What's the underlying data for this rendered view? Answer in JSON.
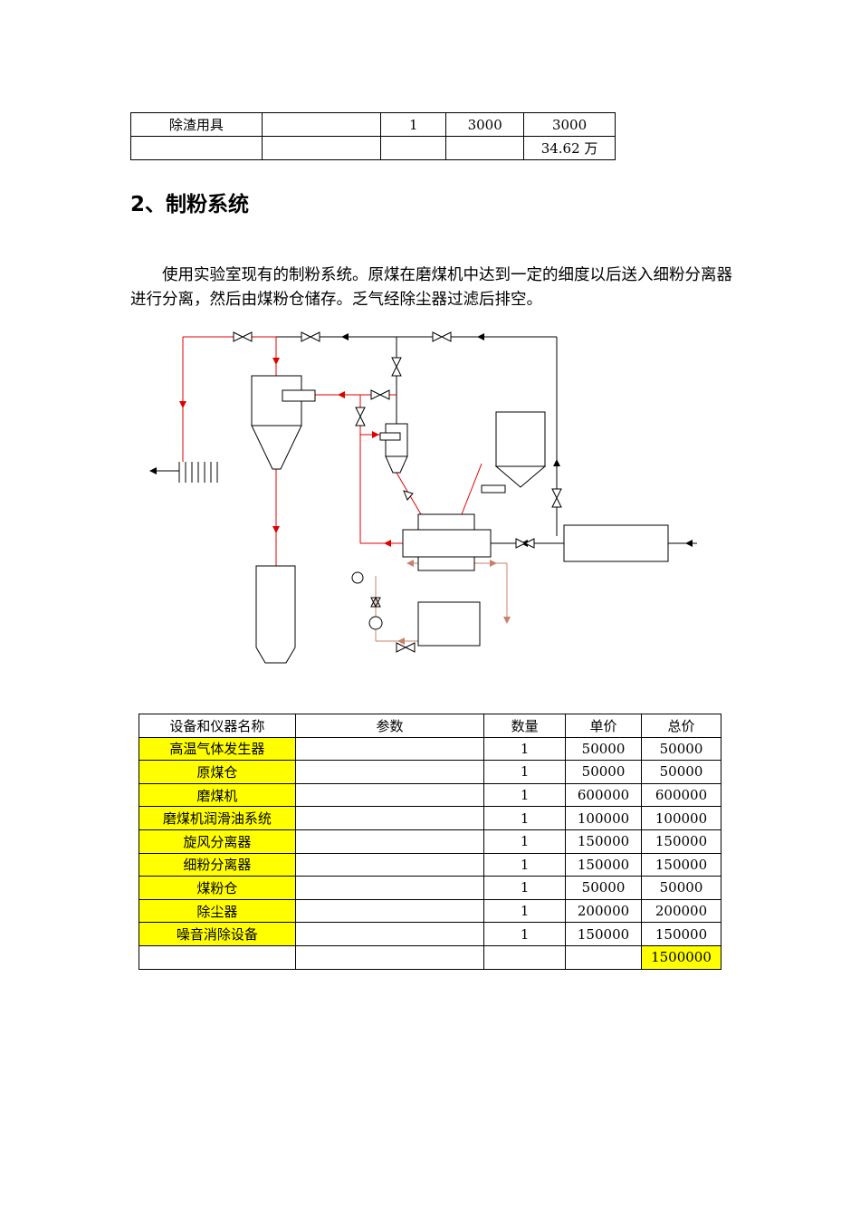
{
  "top_table": {
    "rows": [
      [
        "除渣用具",
        "",
        "1",
        "3000",
        "3000"
      ],
      [
        "",
        "",
        "",
        "",
        "34.62 万"
      ]
    ]
  },
  "section": {
    "heading": "2、制粉系统",
    "intro": "使用实验室现有的制粉系统。原煤在磨煤机中达到一定的细度以后送入细粉分离器进行分离，然后由煤粉仓储存。乏气经除尘器过滤后排空。"
  },
  "diagram": {
    "colors": {
      "hot_gas": "#e00000",
      "return_air": "#000000",
      "lube_oil": "#c8806c"
    }
  },
  "equipment_table": {
    "headers": [
      "设备和仪器名称",
      "参数",
      "数量",
      "单价",
      "总价"
    ],
    "rows": [
      {
        "name": "高温气体发生器",
        "param": "",
        "qty": "1",
        "unit": "50000",
        "total": "50000"
      },
      {
        "name": "原煤仓",
        "param": "",
        "qty": "1",
        "unit": "50000",
        "total": "50000"
      },
      {
        "name": "磨煤机",
        "param": "",
        "qty": "1",
        "unit": "600000",
        "total": "600000"
      },
      {
        "name": "磨煤机润滑油系统",
        "param": "",
        "qty": "1",
        "unit": "100000",
        "total": "100000"
      },
      {
        "name": "旋风分离器",
        "param": "",
        "qty": "1",
        "unit": "150000",
        "total": "150000"
      },
      {
        "name": "细粉分离器",
        "param": "",
        "qty": "1",
        "unit": "150000",
        "total": "150000"
      },
      {
        "name": "煤粉仓",
        "param": "",
        "qty": "1",
        "unit": "50000",
        "total": "50000"
      },
      {
        "name": "除尘器",
        "param": "",
        "qty": "1",
        "unit": "200000",
        "total": "200000"
      },
      {
        "name": "噪音消除设备",
        "param": "",
        "qty": "1",
        "unit": "150000",
        "total": "150000"
      }
    ],
    "grand_total": "1500000",
    "highlight_color": "#ffff00"
  }
}
